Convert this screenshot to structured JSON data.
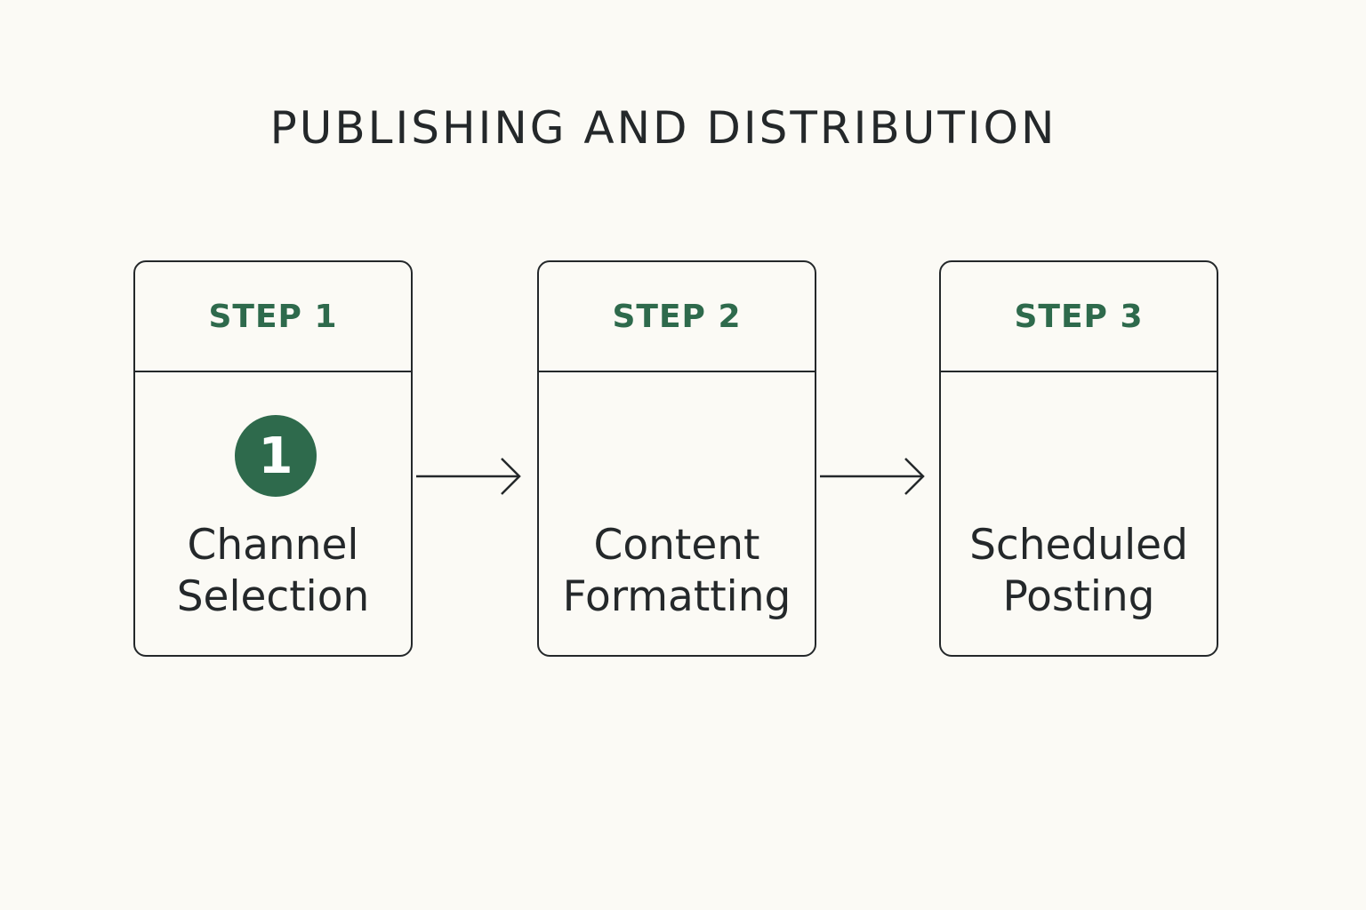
{
  "title": "PUBLISHING AND DISTRIBUTION",
  "colors": {
    "background": "#fbfaf5",
    "accent": "#2e6a4c",
    "stroke": "#24282a"
  },
  "steps": [
    {
      "label": "STEP 1",
      "badge": "1",
      "text_line1": "Channel",
      "text_line2": "Selection"
    },
    {
      "label": "STEP 2",
      "text_line1": "Content",
      "text_line2": "Formatting"
    },
    {
      "label": "STEP 3",
      "text_line1": "Scheduled",
      "text_line2": "Posting"
    }
  ]
}
